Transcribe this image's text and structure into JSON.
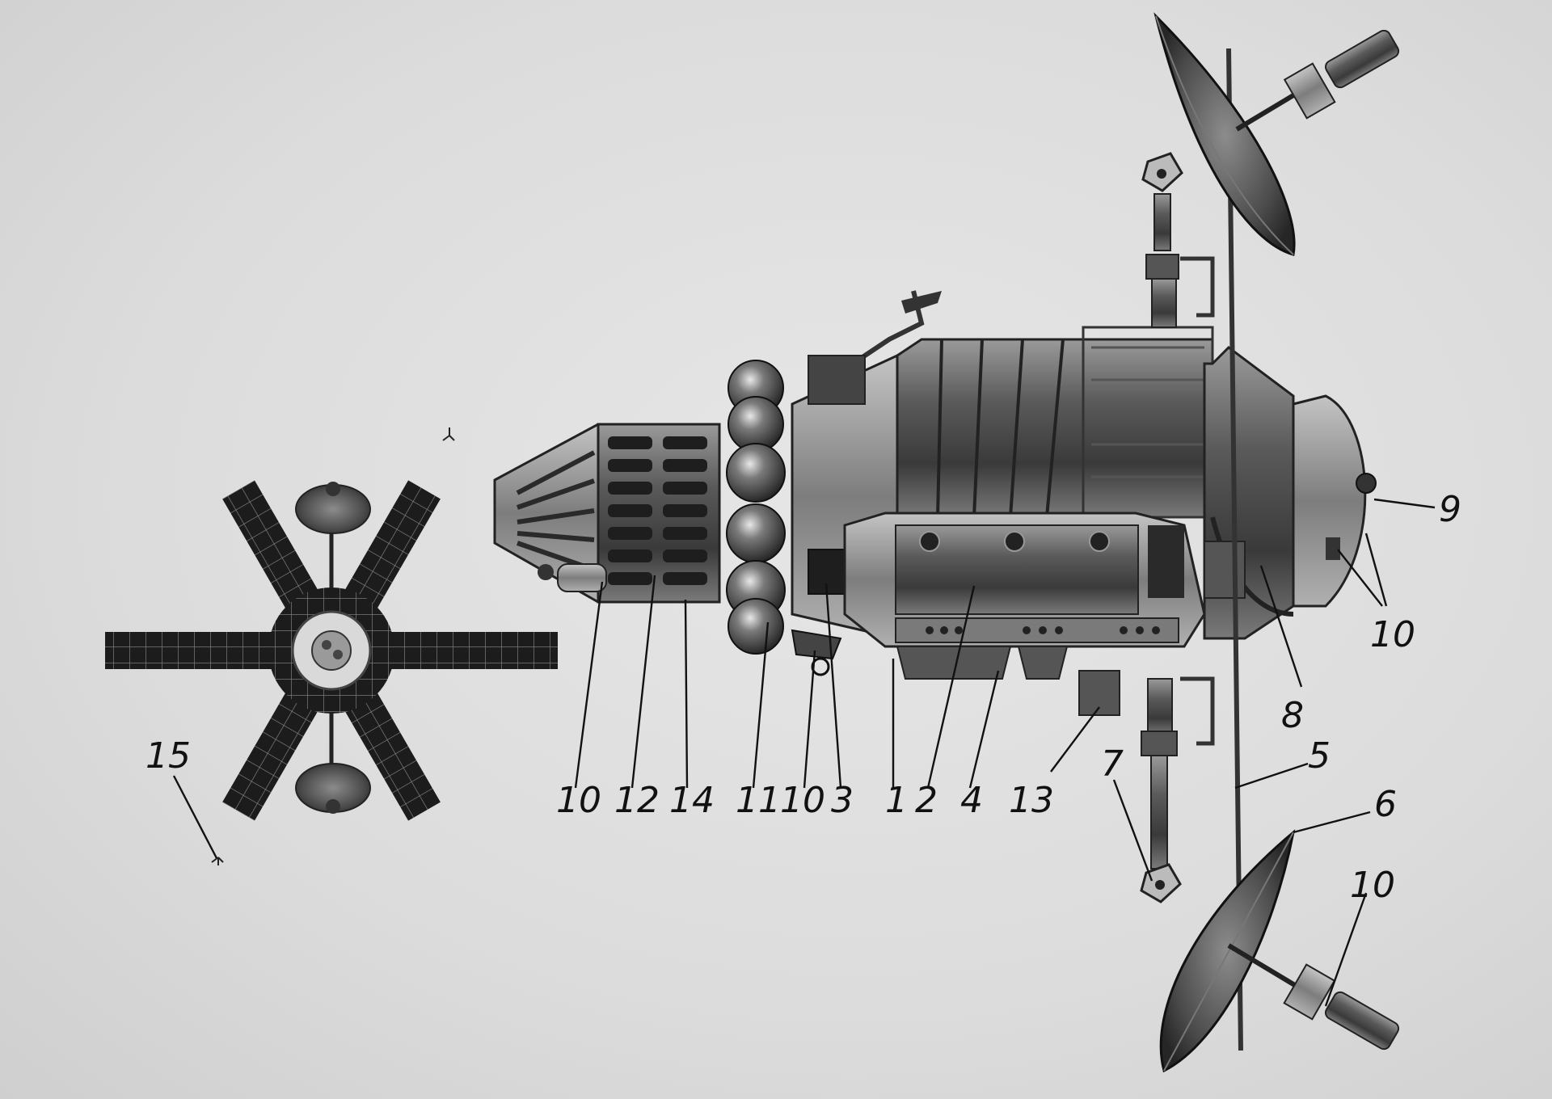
{
  "diagram": {
    "callouts": [
      {
        "id": "1",
        "text": "1"
      },
      {
        "id": "2",
        "text": "2"
      },
      {
        "id": "3",
        "text": "3"
      },
      {
        "id": "4",
        "text": "4"
      },
      {
        "id": "5",
        "text": "5"
      },
      {
        "id": "6",
        "text": "6"
      },
      {
        "id": "7",
        "text": "7"
      },
      {
        "id": "8",
        "text": "8"
      },
      {
        "id": "9",
        "text": "9"
      },
      {
        "id": "10a",
        "text": "10"
      },
      {
        "id": "10b",
        "text": "10"
      },
      {
        "id": "10c",
        "text": "10"
      },
      {
        "id": "10d",
        "text": "10"
      },
      {
        "id": "11",
        "text": "11"
      },
      {
        "id": "12",
        "text": "12"
      },
      {
        "id": "13",
        "text": "13"
      },
      {
        "id": "14",
        "text": "14"
      },
      {
        "id": "15",
        "text": "15"
      }
    ]
  }
}
